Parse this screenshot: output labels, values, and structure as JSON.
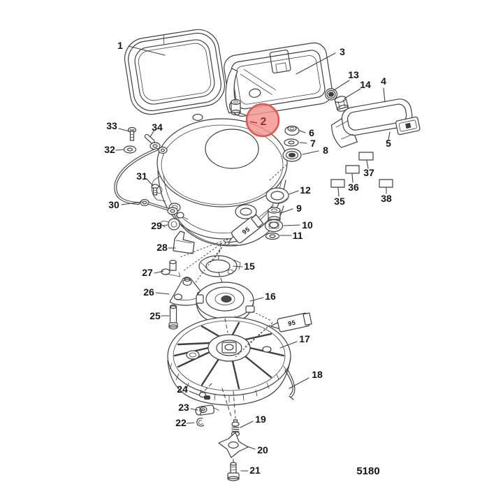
{
  "diagram": {
    "drawing_number": "5180",
    "tube_text": "95",
    "highlighted_callout": "2",
    "colors": {
      "line": "#3f3f3f",
      "label": "#151515",
      "highlight_fill": "#f2938c",
      "highlight_stroke": "#e0564b",
      "highlight_text": "#9e2b25",
      "background": "#ffffff"
    }
  },
  "callouts": {
    "c1": "1",
    "c2": "2",
    "c3": "3",
    "c4": "4",
    "c5": "5",
    "c6": "6",
    "c7": "7",
    "c8": "8",
    "c9": "9",
    "c10": "10",
    "c11": "11",
    "c12": "12",
    "c13": "13",
    "c14": "14",
    "c15": "15",
    "c16": "16",
    "c17": "17",
    "c18": "18",
    "c19": "19",
    "c20": "20",
    "c21": "21",
    "c22": "22",
    "c23": "23",
    "c24": "24",
    "c25": "25",
    "c26": "26",
    "c27": "27",
    "c28": "28",
    "c29": "29",
    "c30": "30",
    "c31": "31",
    "c32": "32",
    "c33": "33",
    "c34": "34",
    "c35": "35",
    "c36": "36",
    "c37": "37",
    "c38": "38"
  }
}
